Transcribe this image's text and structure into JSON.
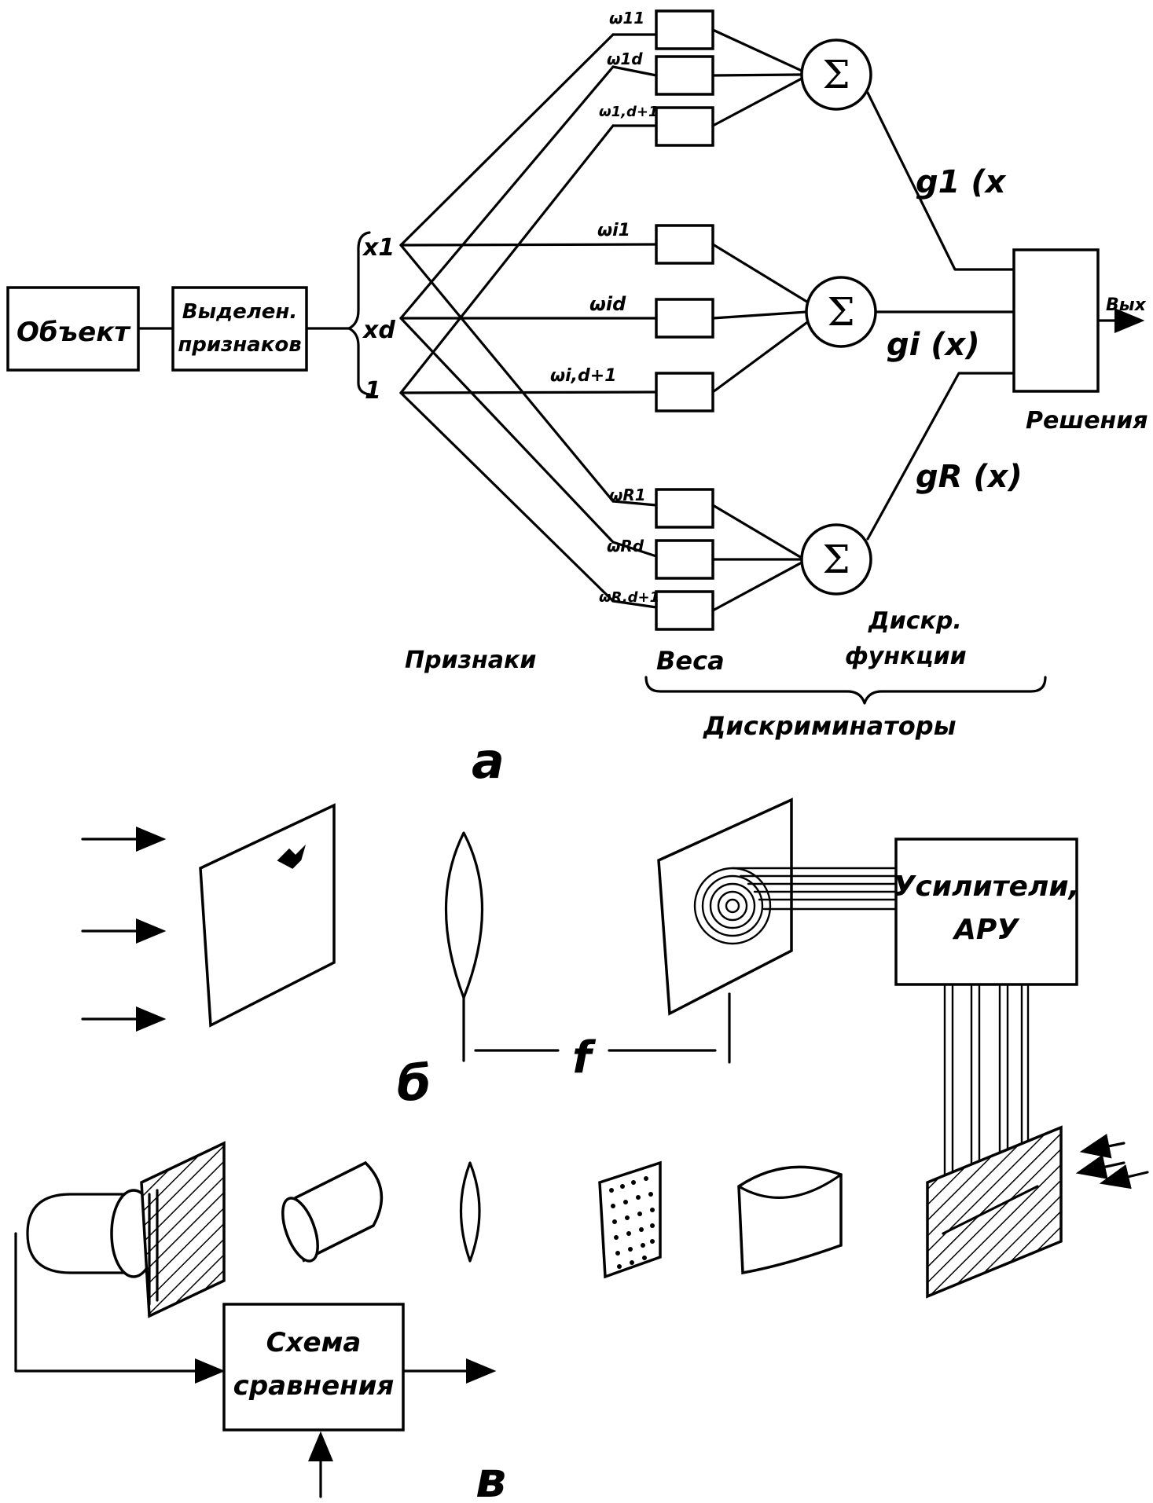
{
  "panel_a": {
    "label": "a",
    "object_box": "Объект",
    "feature_extract_box": [
      "Выделен.",
      "признаков"
    ],
    "features": [
      "x1",
      "xd",
      "1"
    ],
    "weights_top": [
      "ω11",
      "ω1d",
      "ω1,d+1"
    ],
    "weights_mid": [
      "ωi1",
      "ωid",
      "ωi,d+1"
    ],
    "weights_bot": [
      "ωR1",
      "ωRd",
      "ωR,d+1"
    ],
    "sum_symbol": "Σ",
    "discriminant_outputs": [
      "g1 (x",
      "gi (x)",
      "gR (x)"
    ],
    "decision_box_label": "Решения",
    "output_label": "Вых",
    "bottom_labels": {
      "features": "Признаки",
      "weights": "Веса",
      "discr_functions": [
        "Дискр.",
        "функции"
      ],
      "discriminators": "Дискриминаторы"
    }
  },
  "panel_b": {
    "label": "б",
    "focal_label": "f",
    "amplifier_box": [
      "Усилители,",
      "АРУ"
    ]
  },
  "panel_c": {
    "label": "в",
    "comparison_box": [
      "Схема",
      "сравнения"
    ]
  }
}
